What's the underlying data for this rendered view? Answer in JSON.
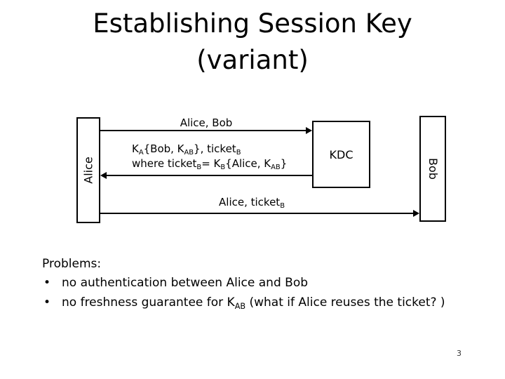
{
  "title": {
    "line1": "Establishing Session Key",
    "line2": "(variant)"
  },
  "diagram": {
    "alice_label": "Alice",
    "bob_label": "Bob",
    "kdc_label": "KDC",
    "msg1": "Alice, Bob",
    "msg2_line1": {
      "t1": "K",
      "sub1": "A",
      "t2": "{Bob, K",
      "sub2": "AB",
      "t3": "}, ticket",
      "sub3": "B"
    },
    "msg2_line2": {
      "t1": "where ticket",
      "sub1": "B",
      "t2": "= K",
      "sub2": "B",
      "t3": "{Alice, K",
      "sub3": "AB",
      "t4": "}"
    },
    "msg3": {
      "t1": "Alice, ticket",
      "sub1": "B"
    }
  },
  "problems": {
    "heading": "Problems:",
    "bullet": "•",
    "items": [
      {
        "text": "no authentication between Alice and Bob"
      },
      {
        "pre": "no freshness guarantee for K",
        "sub": "AB",
        "post": " (what if Alice reuses the ticket? )"
      }
    ]
  },
  "page_number": "3",
  "colors": {
    "background": "#ffffff",
    "text": "#000000",
    "line": "#000000"
  }
}
